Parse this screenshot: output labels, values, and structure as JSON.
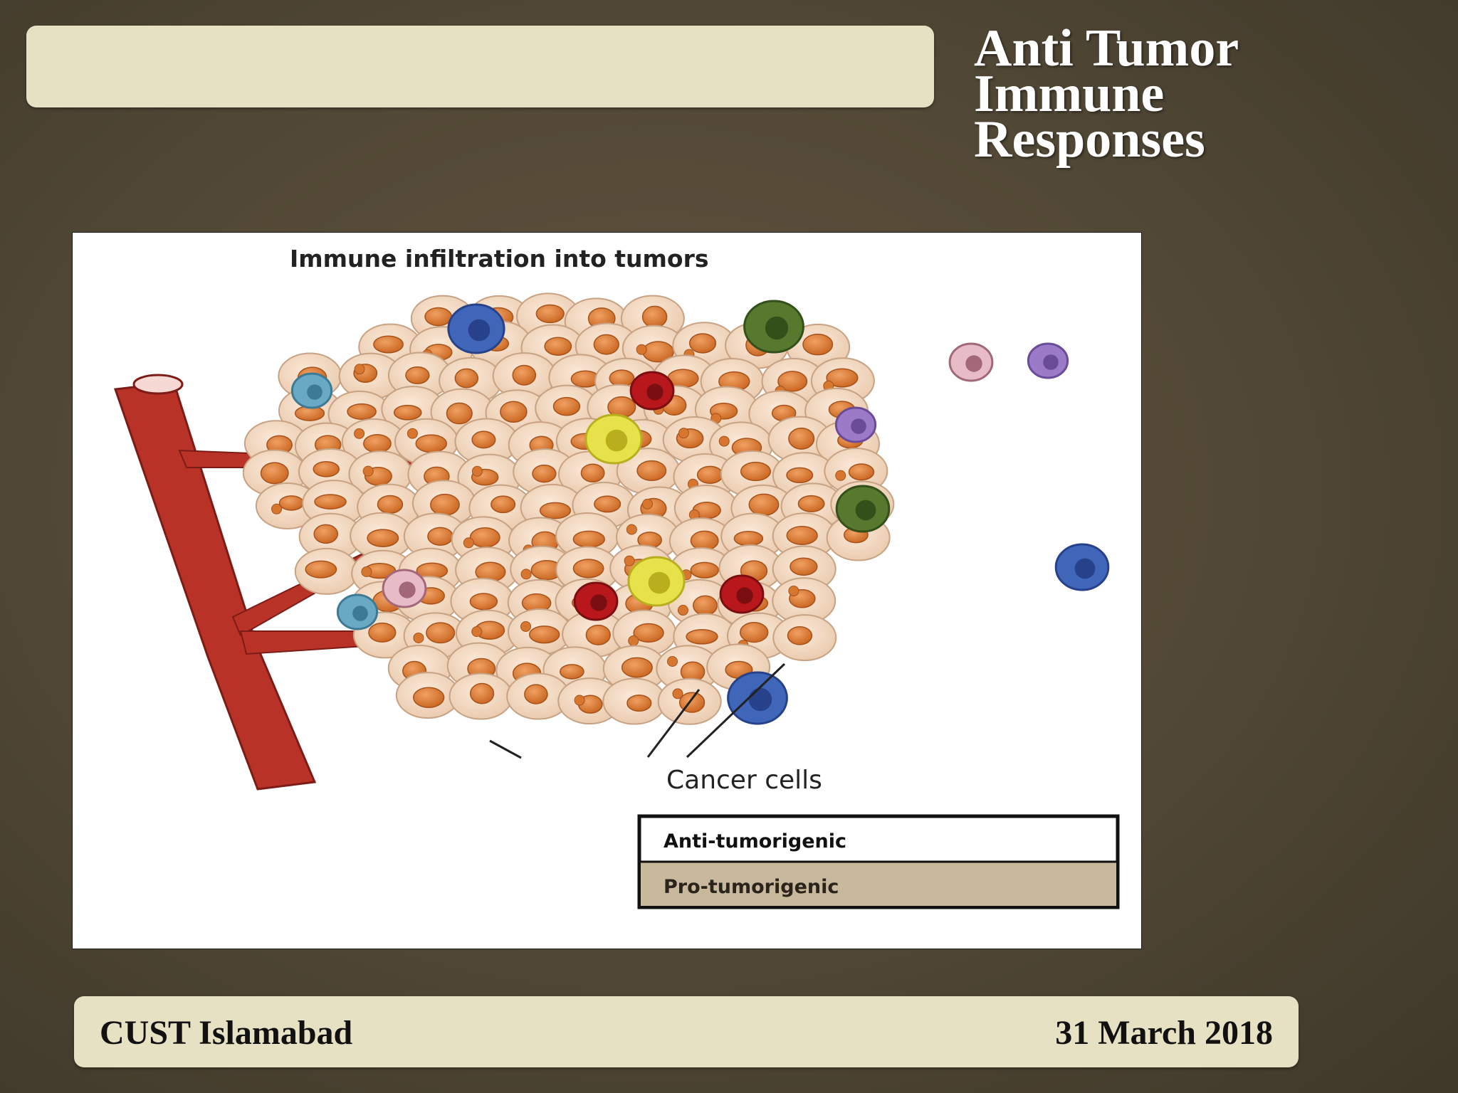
{
  "slide": {
    "title_lines": [
      "Anti Tumor",
      "Immune",
      "Responses"
    ]
  },
  "figure": {
    "heading": "Immune infiltration into tumors",
    "label_cancer_cells": "Cancer cells",
    "legend": {
      "anti": "Anti-tumorigenic",
      "pro": "Pro-tumorigenic"
    }
  },
  "footer": {
    "left": "CUST Islamabad",
    "right": "31 March 2018"
  },
  "colors": {
    "title_bar": "#e7e1c4",
    "tumor_cell": "#f3d9c3",
    "nucleus": "#d7772f",
    "vessel": "#b83228",
    "legend_pro": "#c8b99c"
  }
}
